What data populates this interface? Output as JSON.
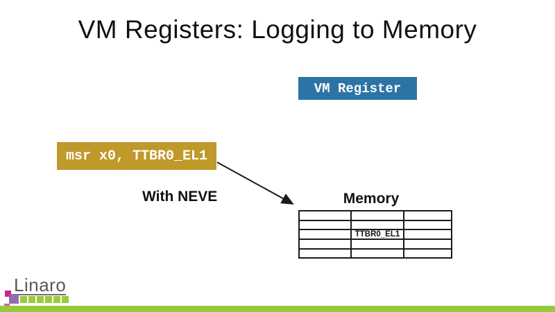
{
  "slide": {
    "title": "VM Registers: Logging to Memory",
    "vm_register_box": {
      "label": "VM Register",
      "color": "#2d74a6"
    },
    "instruction_box": {
      "label": "msr x0, TTBR0_EL1",
      "color": "#c0992b"
    },
    "neve_label": "With NEVE",
    "memory": {
      "label": "Memory",
      "table": {
        "rows": 5,
        "cols": 3,
        "cells": [
          [
            "",
            "",
            ""
          ],
          [
            "",
            "",
            ""
          ],
          [
            "",
            "TTBR0_EL1",
            ""
          ],
          [
            "",
            "",
            ""
          ],
          [
            "",
            "",
            ""
          ]
        ],
        "highlighted_value": "TTBR0_EL1"
      }
    },
    "footer": {
      "logo_text": "Linaro",
      "logo_text_color": "#58585b",
      "logo_green": "#9bca3c",
      "logo_magenta": "#c9258b",
      "logo_purple": "#8d64a8",
      "logo_pink": "#dd5f9b",
      "bar_color": "#96ca3d"
    }
  }
}
